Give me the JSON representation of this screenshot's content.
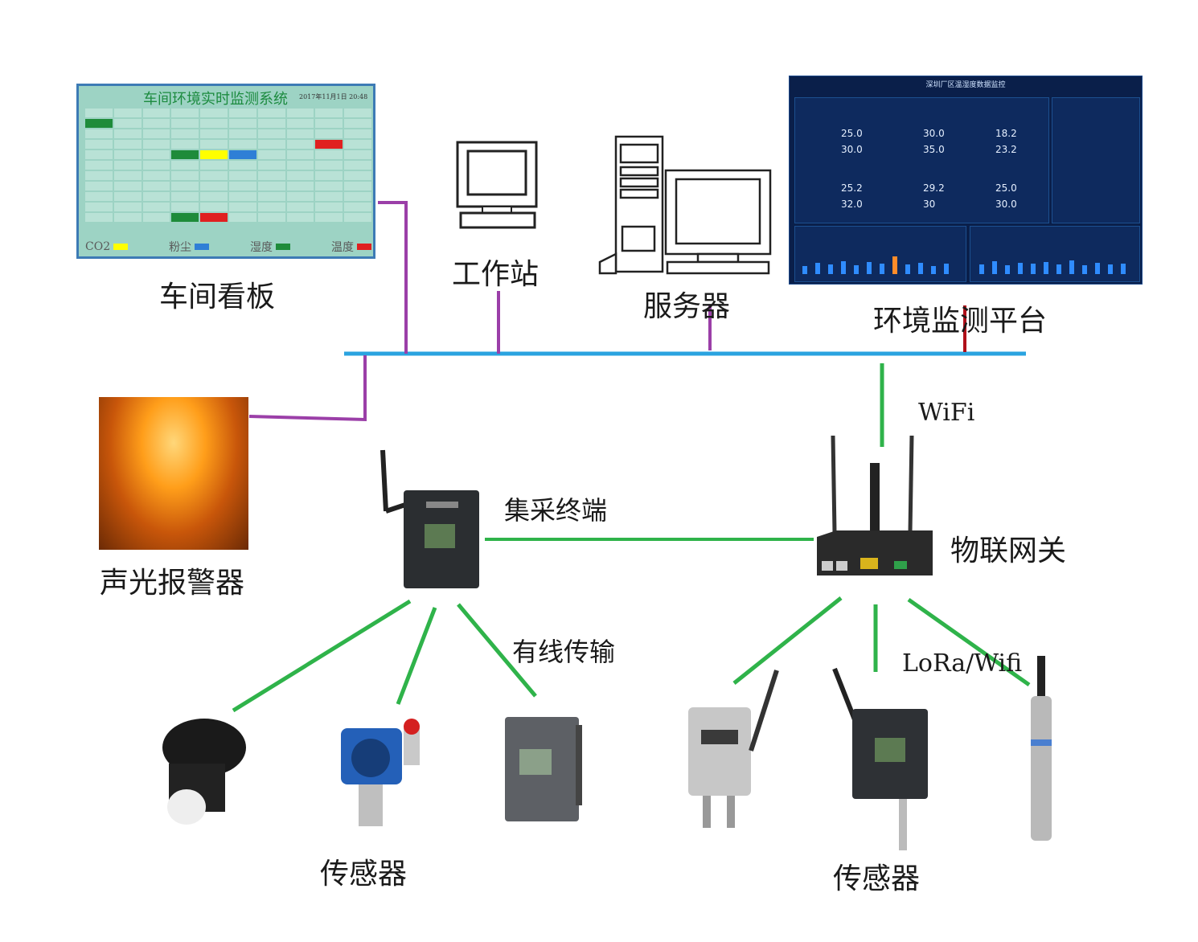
{
  "labels": {
    "workshop_board": "车间看板",
    "workstation": "工作站",
    "server": "服务器",
    "env_platform": "环境监测平台",
    "alarm": "声光报警器",
    "collector": "集采终端",
    "gateway": "物联网关",
    "wifi": "WiFi",
    "wired": "有线传输",
    "lora": "LoRa/Wifi",
    "sensors_left": "传感器",
    "sensors_right": "传感器"
  },
  "board": {
    "title": "车间环境实时监测系统",
    "date": "2017年11月1日 20:48",
    "legend": [
      "CO2",
      "粉尘",
      "湿度",
      "温度"
    ],
    "legend_colors": [
      "#ffff00",
      "#2f7fd6",
      "#1e8b3a",
      "#e02020"
    ]
  },
  "platform": {
    "title": "深圳厂区温湿度数据监控",
    "readings": [
      [
        "25.0",
        "30.0"
      ],
      [
        "30.0",
        "35.0"
      ],
      [
        "18.2",
        "23.2"
      ],
      [
        "25.2",
        "32.0"
      ],
      [
        "29.2",
        "30"
      ],
      [
        "25.0",
        "30.0"
      ]
    ]
  },
  "colors": {
    "bus": "#2aa3e0",
    "wired_link": "#9b3fa8",
    "wireless_link": "#2fb34a",
    "alarm_red": "#b0101a"
  }
}
